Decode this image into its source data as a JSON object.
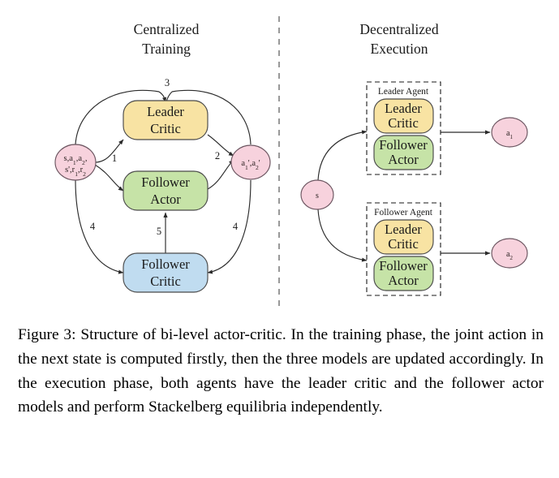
{
  "figure": {
    "panels": [
      {
        "id": "centralized-training",
        "title_line1": "Centralized",
        "title_line2": "Training"
      },
      {
        "id": "decentralized-execution",
        "title_line1": "Decentralized",
        "title_line2": "Execution"
      }
    ],
    "training": {
      "input_ellipse": {
        "line1": "s,a",
        "line1_sub1": "1",
        "line1_mid": ",a",
        "line1_sub2": "2",
        "line1_end": ",",
        "line2": "s',r",
        "line2_sub1": "1",
        "line2_mid": ",r",
        "line2_sub2": "2",
        "plain_text": "s,a1,a2, s',r1,r2"
      },
      "output_ellipse": {
        "text_a": "a",
        "sub_1": "1",
        "prime": "'",
        "comma": ",a",
        "sub_2": "2",
        "prime2": "'",
        "plain_text": "a1',a2'"
      },
      "nodes": [
        {
          "id": "leader-critic",
          "line1": "Leader",
          "line2": "Critic",
          "color": "#f8e3a3"
        },
        {
          "id": "follower-actor",
          "line1": "Follower",
          "line2": "Actor",
          "color": "#c6e3a7"
        },
        {
          "id": "follower-critic",
          "line1": "Follower",
          "line2": "Critic",
          "color": "#c0dcf0"
        }
      ],
      "edge_labels": [
        {
          "id": "edge-label-1",
          "text": "1"
        },
        {
          "id": "edge-label-2",
          "text": "2"
        },
        {
          "id": "edge-label-3",
          "text": "3"
        },
        {
          "id": "edge-label-4-left",
          "text": "4"
        },
        {
          "id": "edge-label-4-right",
          "text": "4"
        },
        {
          "id": "edge-label-5",
          "text": "5"
        }
      ]
    },
    "execution": {
      "state_ellipse": {
        "text": "s"
      },
      "agents": [
        {
          "id": "leader-agent",
          "title": "Leader Agent",
          "models": [
            {
              "id": "leader-critic",
              "line1": "Leader",
              "line2": "Critic",
              "color": "#f8e3a3"
            },
            {
              "id": "follower-actor",
              "line1": "Follower",
              "line2": "Actor",
              "color": "#c6e3a7"
            }
          ],
          "output": {
            "text_a": "a",
            "sub": "1",
            "plain_text": "a1"
          }
        },
        {
          "id": "follower-agent",
          "title": "Follower Agent",
          "models": [
            {
              "id": "leader-critic",
              "line1": "Leader",
              "line2": "Critic",
              "color": "#f8e3a3"
            },
            {
              "id": "follower-actor",
              "line1": "Follower",
              "line2": "Actor",
              "color": "#c6e3a7"
            }
          ],
          "output": {
            "text_a": "a",
            "sub": "2",
            "plain_text": "a2"
          }
        }
      ]
    },
    "colors": {
      "leader_critic": "#f8e3a3",
      "follower_actor": "#c6e3a7",
      "follower_critic": "#c0dcf0",
      "ellipse_pink": "#f7d2dd",
      "stroke": "#4a4a4a",
      "ellipse_stroke": "#6b5560",
      "background": "#ffffff"
    }
  },
  "caption": {
    "label": "Figure 3:",
    "text": " Structure of bi-level actor-critic. In the training phase, the joint action in the next state is computed firstly, then the three models are updated accordingly. In the execution phase, both agents have the leader critic and the follower actor models and perform Stackelberg equilibria independently.",
    "full_text": "Figure 3: Structure of bi-level actor-critic. In the training phase, the joint action in the next state is computed firstly, then the three models are updated accordingly. In the execution phase, both agents have the leader critic and the follower actor models and perform Stackelberg equilibria independently."
  }
}
